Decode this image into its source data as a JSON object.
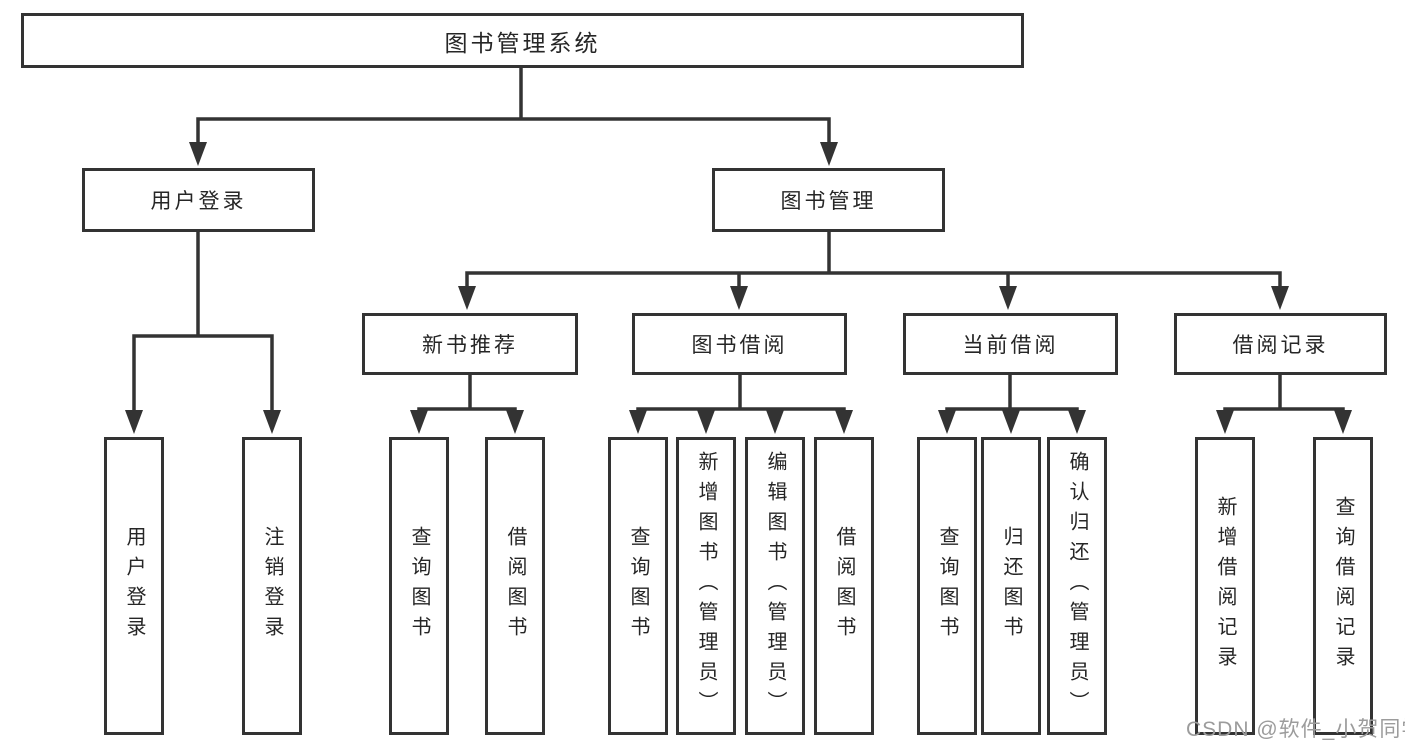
{
  "diagram": {
    "root": "图书管理系统",
    "branches": [
      {
        "label": "用户登录",
        "children": [
          {
            "label": "用户登录"
          },
          {
            "label": "注销登录"
          }
        ]
      },
      {
        "label": "图书管理",
        "children": [
          {
            "label": "新书推荐",
            "children": [
              {
                "label": "查询图书"
              },
              {
                "label": "借阅图书"
              }
            ]
          },
          {
            "label": "图书借阅",
            "children": [
              {
                "label": "查询图书"
              },
              {
                "label": "新增图书（管理员）"
              },
              {
                "label": "编辑图书（管理员）"
              },
              {
                "label": "借阅图书"
              }
            ]
          },
          {
            "label": "当前借阅",
            "children": [
              {
                "label": "查询图书"
              },
              {
                "label": "归还图书"
              },
              {
                "label": "确认归还（管理员）"
              }
            ]
          },
          {
            "label": "借阅记录",
            "children": [
              {
                "label": "新增借阅记录"
              },
              {
                "label": "查询借阅记录"
              }
            ]
          }
        ]
      }
    ]
  },
  "watermark": {
    "text": "CSDN @软件_小贺同学"
  },
  "colors": {
    "line": "#333333",
    "text": "#262626",
    "watermark": "#9c9c9c",
    "bg": "#ffffff"
  }
}
